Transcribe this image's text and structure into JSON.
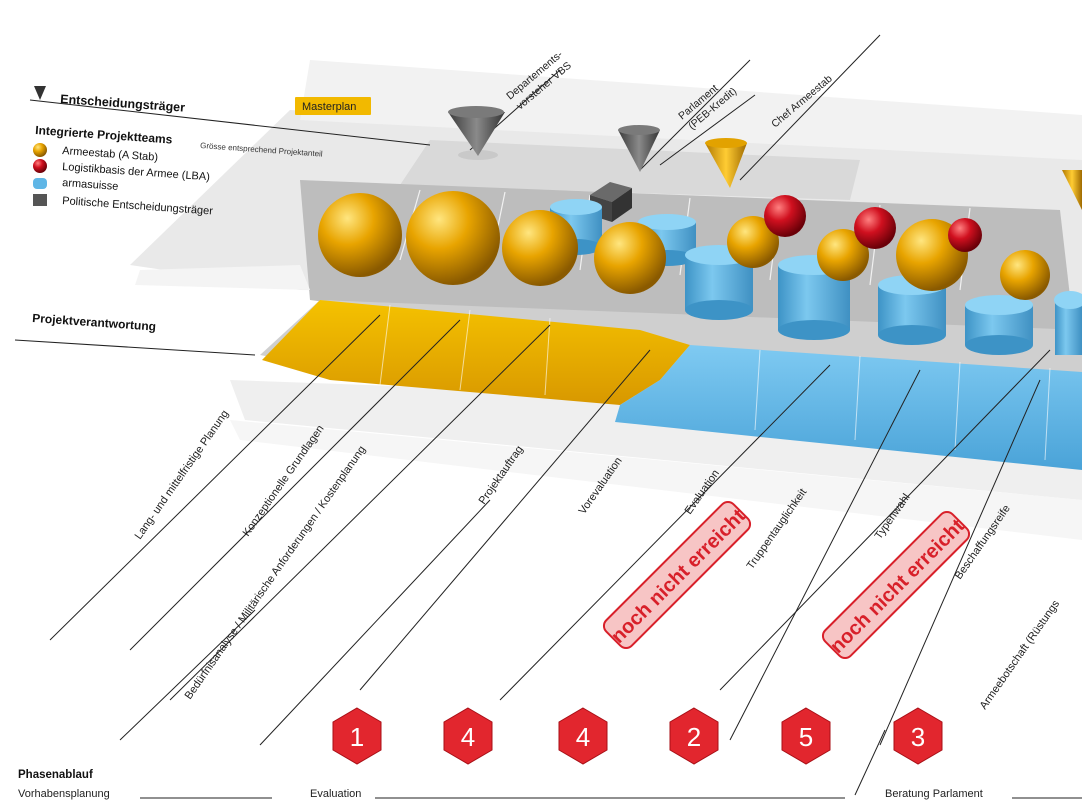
{
  "legend": {
    "decision_header": "Entscheidungsträger",
    "masterplan_label": "Masterplan",
    "teams_header": "Integrierte Projektteams",
    "teams_note": "Grösse entsprechend Projektanteil",
    "items": [
      {
        "label": "Armeestab (A Stab)",
        "color": "#e8a400",
        "shape": "sphere"
      },
      {
        "label": "Logistikbasis der Armee (LBA)",
        "color": "#d0101f",
        "shape": "sphere"
      },
      {
        "label": "armasuisse",
        "color": "#5fb6e6",
        "shape": "cylinder"
      },
      {
        "label": "Politische Entscheidungsträger",
        "color": "#555555",
        "shape": "cube"
      }
    ]
  },
  "decision_makers": [
    {
      "line1": "Departements-",
      "line2": "vorsteher VBS"
    },
    {
      "line1": "Parlament",
      "line2": "(PEB-Kredit)"
    },
    {
      "line1": "Chef Armeestab",
      "line2": ""
    }
  ],
  "responsibility_label": "Projektverantwortung",
  "steps": [
    "Lang- und mittelfristige Planung",
    "Konzeptionelle Grundlagen",
    "Bedürfnisanalyse / Militärische Anforderungen / Kostenplanung",
    "Projektauftrag",
    "Vorevaluation",
    "Evaluation",
    "Truppentauglichkeit",
    "Typenwahl",
    "Beschaffungsreife",
    "Armeebotschaft (Rüstungs"
  ],
  "stamps": [
    "noch nicht erreicht",
    "noch nicht erreicht"
  ],
  "hex_numbers": [
    "1",
    "4",
    "4",
    "2",
    "5",
    "3"
  ],
  "phases": {
    "header": "Phasenablauf",
    "items": [
      "Vorhabensplanung",
      "Evaluation",
      "Beratung Parlament"
    ]
  },
  "colors": {
    "yellow": "#e8a400",
    "blue": "#5fb6e6",
    "red": "#d0101f",
    "hex_red": "#e2262e",
    "stamp_red": "#d8202a"
  }
}
